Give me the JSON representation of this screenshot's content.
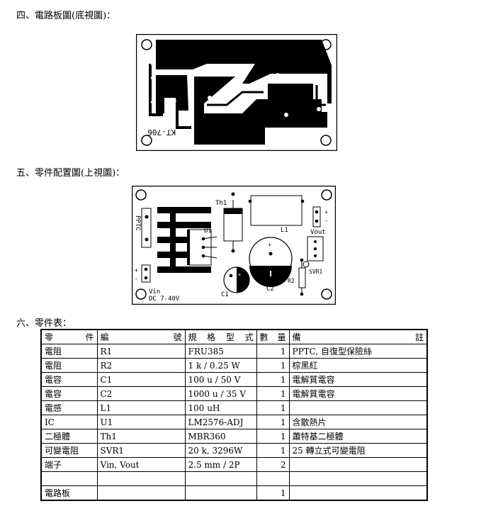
{
  "section4": {
    "title": "四、電路板圖(底視圖)：",
    "board_label": "KT-706"
  },
  "section5": {
    "title": "五、零件配置圖(上視圖)：",
    "labels": {
      "pptc": "PPTC",
      "th1": "Th1",
      "u1": "U1",
      "l1": "L1",
      "vout": "Vout",
      "plus": "+",
      "minus": "-",
      "svr1": "SVR1",
      "r2": "R2",
      "c1": "C1",
      "c2": "C2",
      "vin": "Vin",
      "dc": "DC 7-40V"
    }
  },
  "section6": {
    "title": "六、零件表：",
    "headers": {
      "part": [
        "零",
        "件"
      ],
      "ref": [
        "編",
        "號"
      ],
      "spec": [
        "規",
        "格",
        "型",
        "式"
      ],
      "qty": [
        "數",
        "量"
      ],
      "note": [
        "備",
        "註"
      ]
    },
    "rows": [
      {
        "part": "電阻",
        "ref": "R1",
        "spec": "FRU385",
        "qty": "1",
        "note": "PPTC, 自復型保險絲"
      },
      {
        "part": "電阻",
        "ref": "R2",
        "spec": "1 k / 0.25 W",
        "qty": "1",
        "note": "棕黑紅"
      },
      {
        "part": "電容",
        "ref": "C1",
        "spec": "100 u / 50 V",
        "qty": "1",
        "note": "電解質電容"
      },
      {
        "part": "電容",
        "ref": "C2",
        "spec": "1000 u / 35 V",
        "qty": "1",
        "note": "電解質電容"
      },
      {
        "part": "電感",
        "ref": "L1",
        "spec": "100 uH",
        "qty": "1",
        "note": ""
      },
      {
        "part": "IC",
        "ref": "U1",
        "spec": "LM2576-ADJ",
        "qty": "1",
        "note": "含散熱片"
      },
      {
        "part": "二極體",
        "ref": "Th1",
        "spec": "MBR360",
        "qty": "1",
        "note": "蕭特基二極體"
      },
      {
        "part": "可變電阻",
        "ref": "SVR1",
        "spec": "20 k, 3296W",
        "qty": "1",
        "note": "25 轉立式可變電阻"
      },
      {
        "part": "端子",
        "ref": "Vin, Vout",
        "spec": "2.5 mm / 2P",
        "qty": "2",
        "note": ""
      },
      {
        "part": "",
        "ref": "",
        "spec": "",
        "qty": "",
        "note": ""
      },
      {
        "part": "電路板",
        "ref": "",
        "spec": "",
        "qty": "1",
        "note": ""
      }
    ]
  }
}
